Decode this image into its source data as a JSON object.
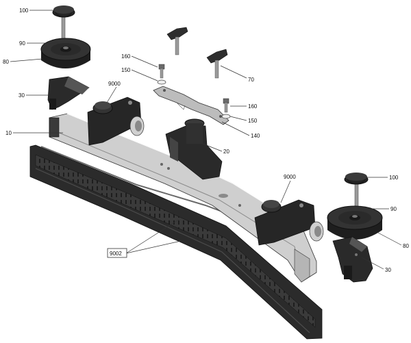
{
  "diagram": {
    "labels": {
      "knob_left": "100",
      "washer_left": "90",
      "wheel_left": "80",
      "bracket_left": "30",
      "frame": "10",
      "roller_left": "9000",
      "bolt_top": "160",
      "washer_top": "150",
      "thumbscrew": "70",
      "bolt_mid": "160",
      "washer_mid": "150",
      "plate": "140",
      "clamp": "20",
      "roller_right": "9000",
      "knob_right": "100",
      "washer_right": "90",
      "wheel_right": "80",
      "bracket_right": "30",
      "blades": "9002"
    }
  }
}
